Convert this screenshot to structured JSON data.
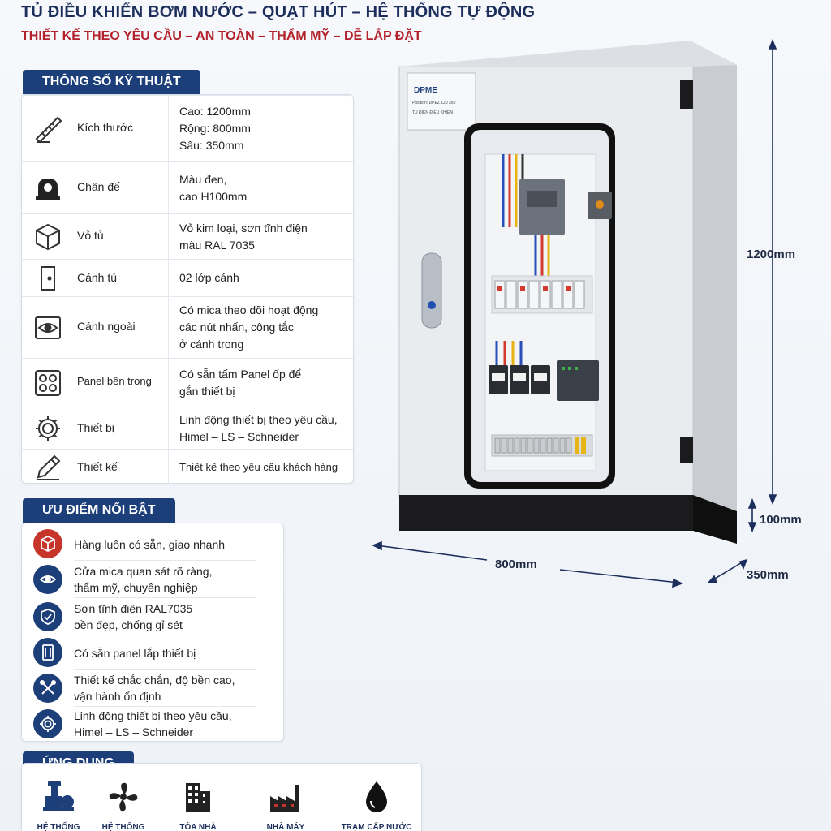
{
  "header": {
    "title": "TỦ ĐIỀU KHIỂN BƠM NƯỚC – QUẠT HÚT – HỆ THỐNG TỰ ĐỘNG",
    "subtitle": "THIẾT KẾ THEO YÊU CẦU – AN TOÀN – THẨM MỸ – DỄ LẮP ĐẶT"
  },
  "specs": {
    "heading": "THÔNG SỐ KỸ THUẬT",
    "rows": [
      {
        "label": "Kích thước",
        "lines": [
          "Cao: 1200mm",
          "Rộng: 800mm",
          "Sâu: 350mm"
        ],
        "icon": "ruler-icon"
      },
      {
        "label": "Chân đế",
        "lines": [
          "Màu đen,",
          "cao H100mm"
        ],
        "icon": "base-icon"
      },
      {
        "label": "Vỏ tủ",
        "lines": [
          "Vỏ kim loại, sơn tĩnh điện",
          "màu RAL 7035"
        ],
        "icon": "box-icon"
      },
      {
        "label": "Cánh tủ",
        "lines": [
          "02 lớp cánh"
        ],
        "icon": "door-icon"
      },
      {
        "label": "Cánh ngoài",
        "lines": [
          "Có mica theo dõi hoạt động",
          "các nút nhấn, công tắc",
          "ở cánh trong"
        ],
        "icon": "eye-icon"
      },
      {
        "label": "Panel bên trong",
        "lines": [
          "Có sẵn tấm Panel ốp để",
          "gắn thiết bị"
        ],
        "icon": "panel-icon"
      },
      {
        "label": "Thiết bị",
        "lines": [
          "Linh động thiết bị theo yêu cầu,",
          "Himel – LS – Schneider"
        ],
        "icon": "gear-icon"
      },
      {
        "label": "Thiết kế",
        "lines": [
          "Thiết kế theo yêu cầu khách hàng"
        ],
        "icon": "pencil-icon"
      }
    ]
  },
  "advantages": {
    "heading": "ƯU ĐIỂM NỔI BẬT",
    "items": [
      {
        "lines": [
          "Hàng luôn có sẵn, giao nhanh"
        ],
        "icon": "box-fast-icon"
      },
      {
        "lines": [
          "Cửa mica quan sát rõ ràng,",
          "thẩm mỹ, chuyên nghiệp"
        ],
        "icon": "eye-icon"
      },
      {
        "lines": [
          "Sơn tĩnh điện RAL7035",
          "bền đẹp, chống gỉ sét"
        ],
        "icon": "shield-icon"
      },
      {
        "lines": [
          "Có sẵn panel lắp thiết bị"
        ],
        "icon": "panel-icon"
      },
      {
        "lines": [
          "Thiết kế chắc chắn, độ bền cao,",
          "vận hành ổn định"
        ],
        "icon": "tools-icon"
      },
      {
        "lines": [
          "Linh động thiết bị theo yêu cầu,",
          "Himel – LS – Schneider"
        ],
        "icon": "gear-icon"
      }
    ]
  },
  "applications": {
    "heading": "ỨNG DỤNG",
    "items": [
      {
        "label": "HỆ THỐNG",
        "icon": "pump-icon"
      },
      {
        "label": "HỆ THỐNG",
        "icon": "fan-icon"
      },
      {
        "label": "TÒA NHÀ",
        "icon": "building-icon"
      },
      {
        "label": "NHÀ MÁY",
        "icon": "factory-icon"
      },
      {
        "label": "TRẠM CẤP NƯỚC",
        "icon": "water-drop-icon"
      }
    ]
  },
  "cabinet": {
    "brand": "DPME",
    "plate_line1": "Position: DPEZ 120 350",
    "plate_line2": "TỦ ĐIỆN ĐIỀU KHIỂN",
    "dim_height": "1200mm",
    "dim_base": "100mm",
    "dim_width": "800mm",
    "dim_depth": "350mm"
  },
  "colors": {
    "navy": "#1c3f7a",
    "red": "#b3212b",
    "cabinet_body": "#e9ecef",
    "plinth": "#1b1b1d"
  }
}
